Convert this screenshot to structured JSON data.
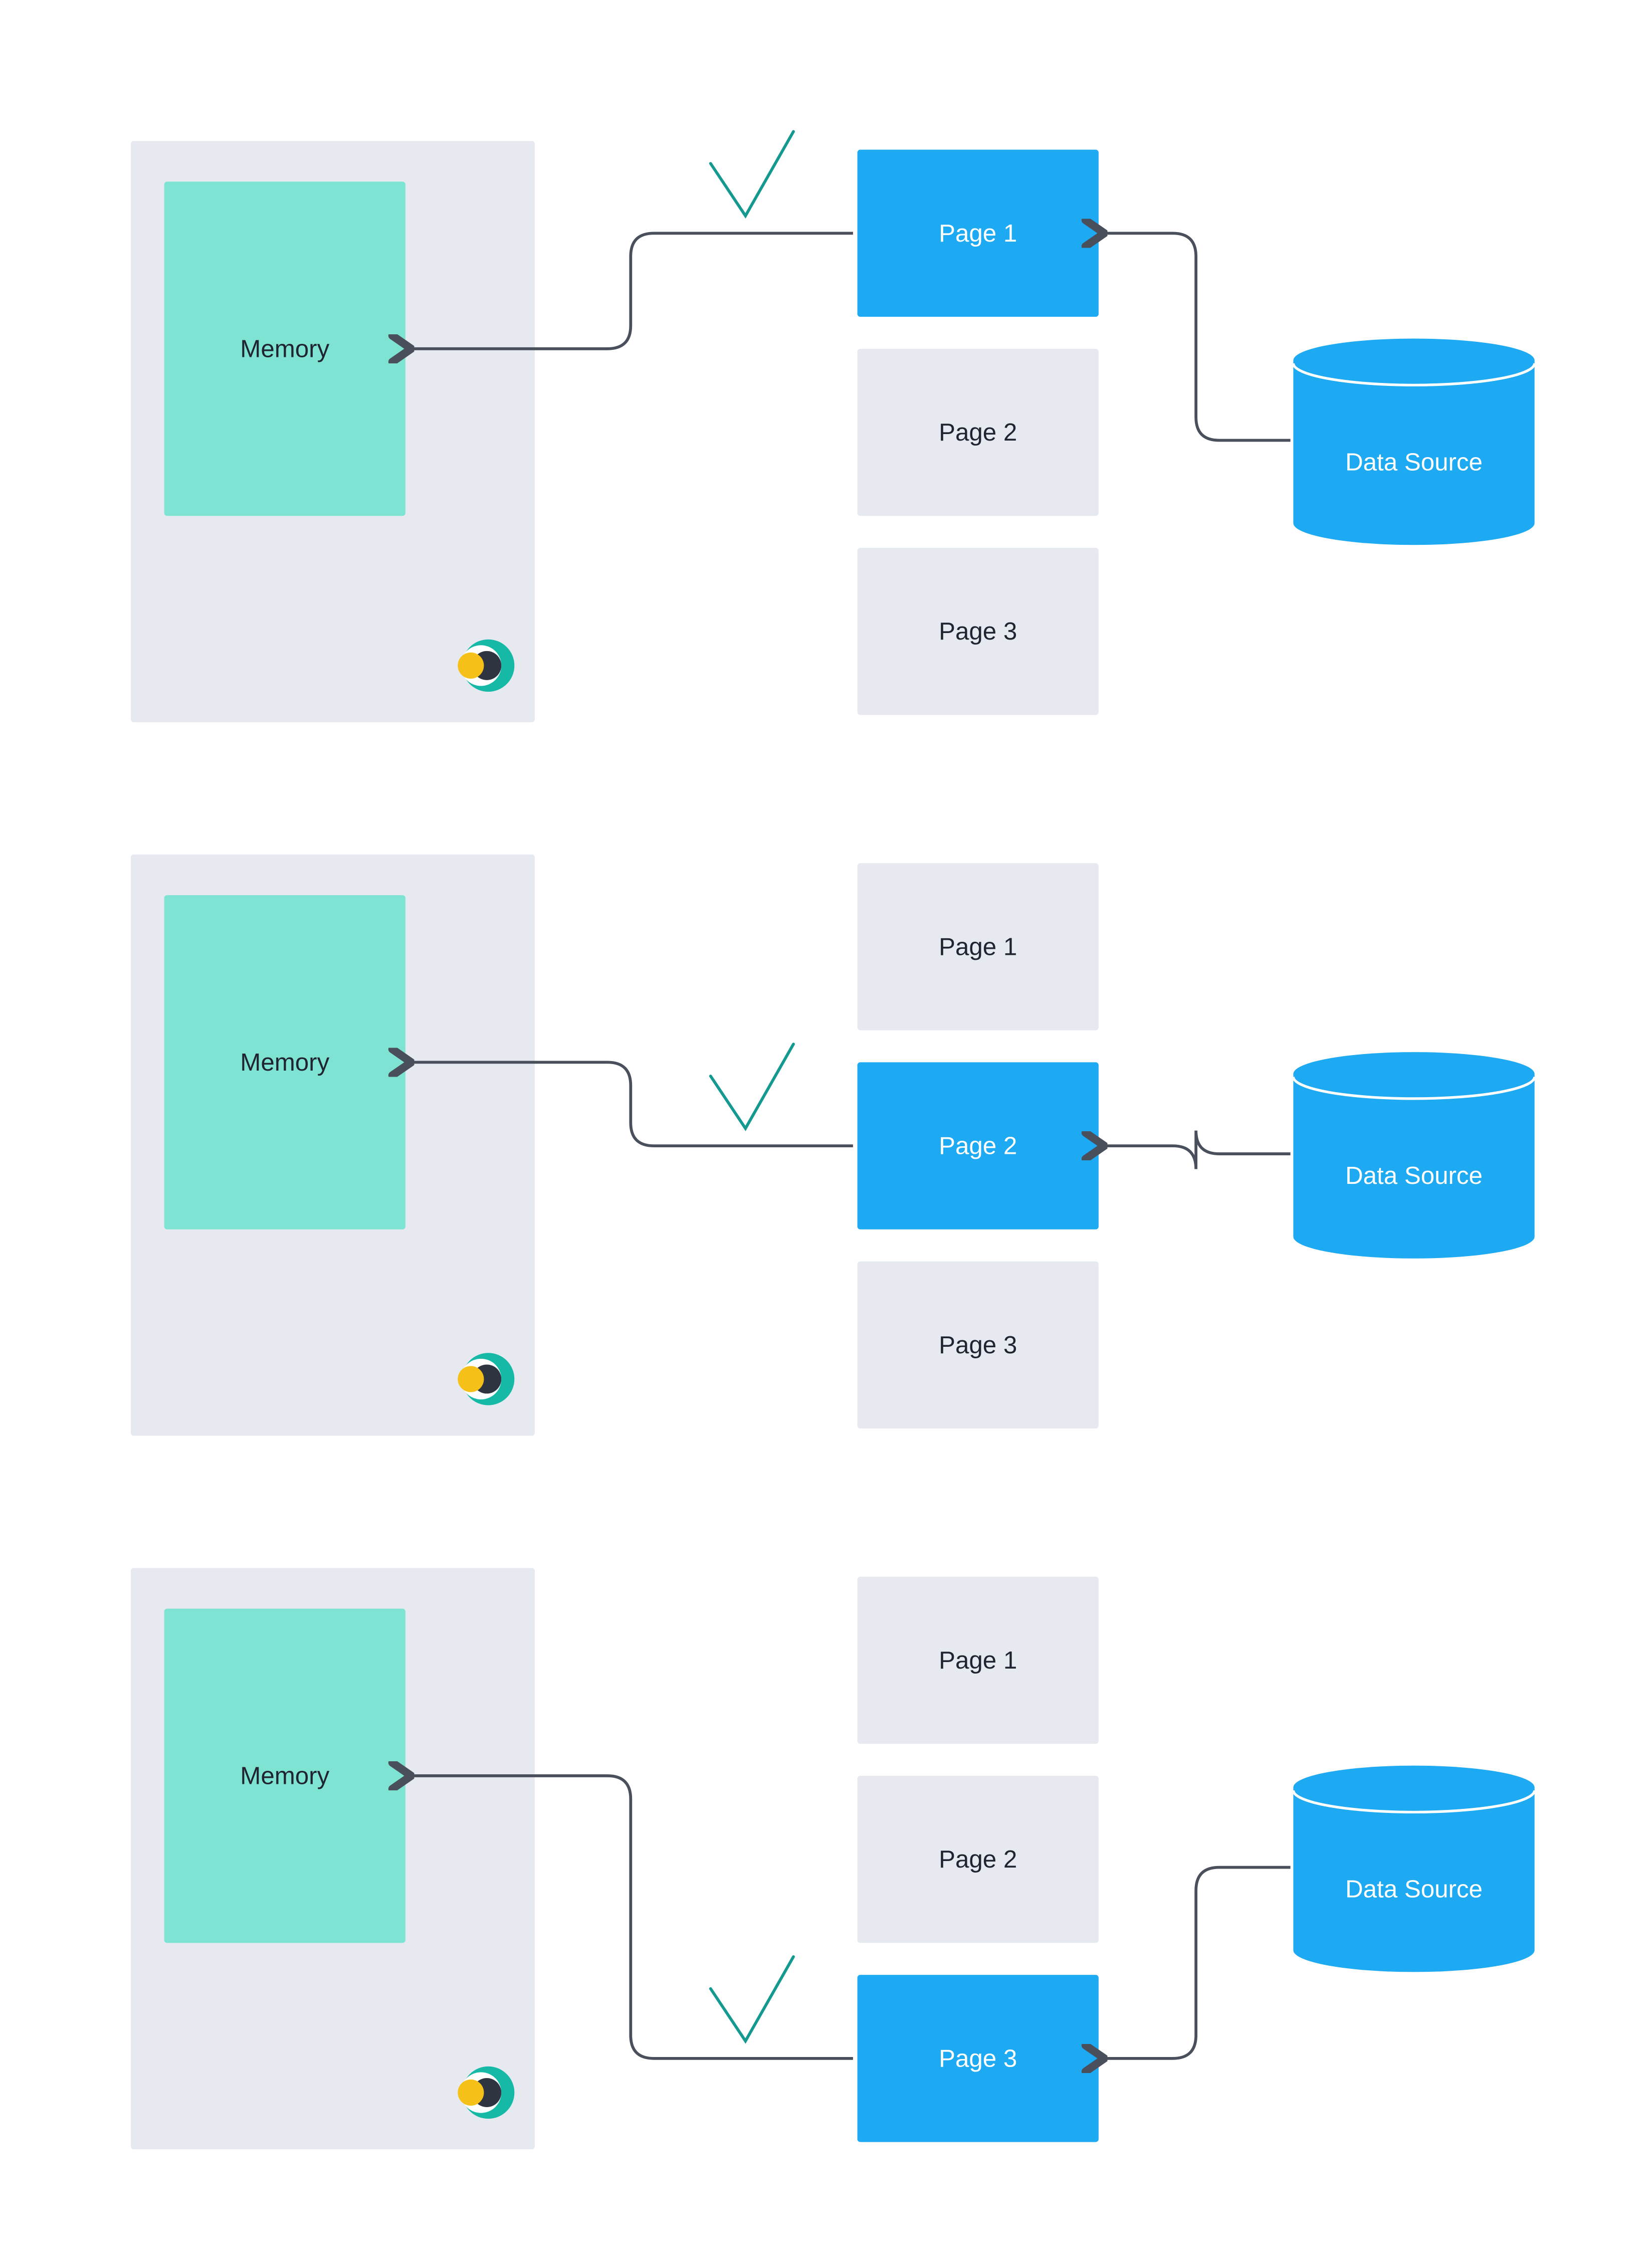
{
  "colors": {
    "background": "#ffffff",
    "panel": "#e6eaf0",
    "memory": "#7ee3d3",
    "page_inactive": "#e6eaf0",
    "page_active": "#1ea9f3",
    "data_source": "#1ea9f3",
    "connector": "#4a4f5c",
    "checkmark": "#13998f",
    "logo_teal": "#16b8a6",
    "logo_yellow": "#f5c118",
    "logo_dark": "#2f3441"
  },
  "labels": {
    "memory": "Memory",
    "data_source": "Data Source",
    "pages": [
      "Page 1",
      "Page 2",
      "Page 3"
    ]
  },
  "scenarios": [
    {
      "active_page": 1,
      "checkmark": "check-icon",
      "logo": "elastic-cache-logo-icon"
    },
    {
      "active_page": 2,
      "checkmark": "check-icon",
      "logo": "elastic-cache-logo-icon"
    },
    {
      "active_page": 3,
      "checkmark": "check-icon",
      "logo": "elastic-cache-logo-icon"
    }
  ]
}
